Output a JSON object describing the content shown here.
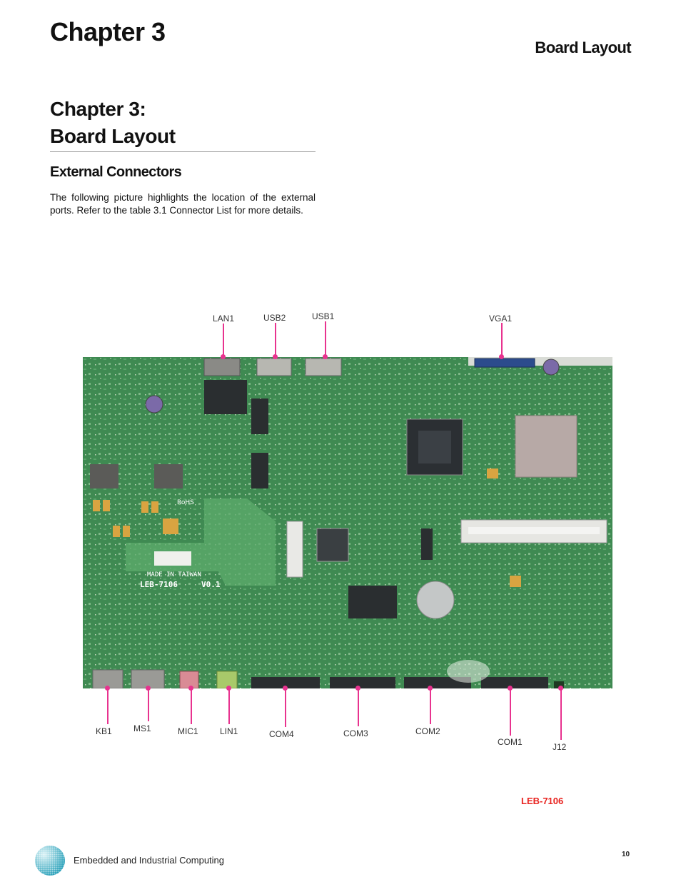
{
  "header": {
    "chapter": "Chapter 3",
    "section": "Board Layout"
  },
  "title": {
    "line1": "Chapter 3:",
    "line2": "Board Layout"
  },
  "subheading": "External Connectors",
  "intro": "The following picture highlights the location of the external ports.  Refer to the table 3.1 Connector List for more details.",
  "board": {
    "silkscreen_made_in": "MADE IN TAIWAN",
    "silkscreen_model": "LEB-7106",
    "silkscreen_rev": "V0.1",
    "silkscreen_rohs": "RoHS"
  },
  "labels": {
    "lan1": "LAN1",
    "usb2": "USB2",
    "usb1": "USB1",
    "vga1": "VGA1",
    "kb1": "KB1",
    "ms1": "MS1",
    "mic1": "MIC1",
    "lin1": "LIN1",
    "com4": "COM4",
    "com3": "COM3",
    "com2": "COM2",
    "com1": "COM1",
    "j12": "J12"
  },
  "model": "LEB-7106",
  "footer": {
    "text": "Embedded and Industrial Computing",
    "page": "10"
  },
  "colors": {
    "pin": "#e8338f",
    "pcb": "#3f8a52",
    "model_label": "#e8231f"
  }
}
